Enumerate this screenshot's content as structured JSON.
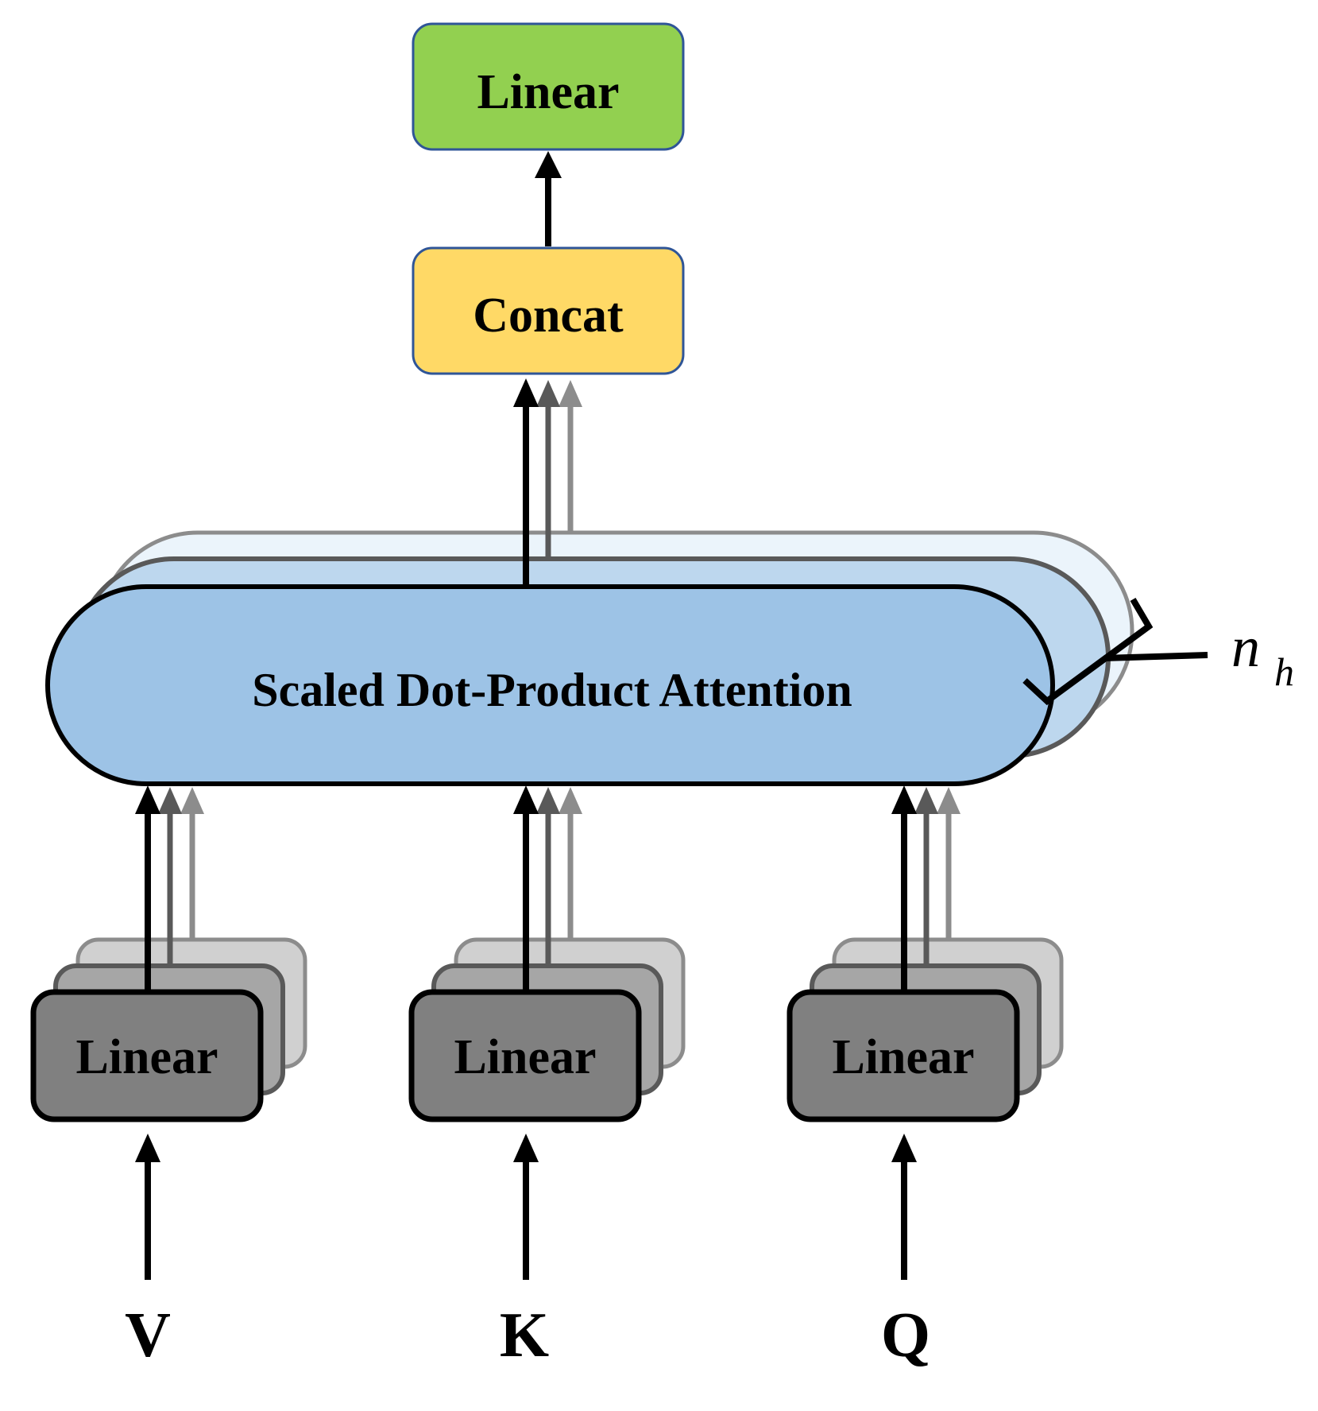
{
  "output_linear": {
    "label": "Linear",
    "fill": "#92D050",
    "stroke": "#2F5597"
  },
  "concat": {
    "label": "Concat",
    "fill": "#FFD966",
    "stroke": "#2F5597"
  },
  "attention": {
    "label": "Scaled Dot-Product Attention",
    "fill_front": "#9DC3E6",
    "fill_middle": "#BDD7EE",
    "fill_back": "#EBF4FB",
    "heads_symbol": "n",
    "heads_subscript": "h"
  },
  "projections": [
    {
      "label": "Linear",
      "input": "V"
    },
    {
      "label": "Linear",
      "input": "K"
    },
    {
      "label": "Linear",
      "input": "Q"
    }
  ],
  "colors": {
    "linear_front": "#808080",
    "linear_middle": "#A6A6A6",
    "linear_back": "#D0D0D0",
    "arrow_dark": "#000000",
    "arrow_mid": "#595959",
    "arrow_light": "#8C8C8C"
  }
}
